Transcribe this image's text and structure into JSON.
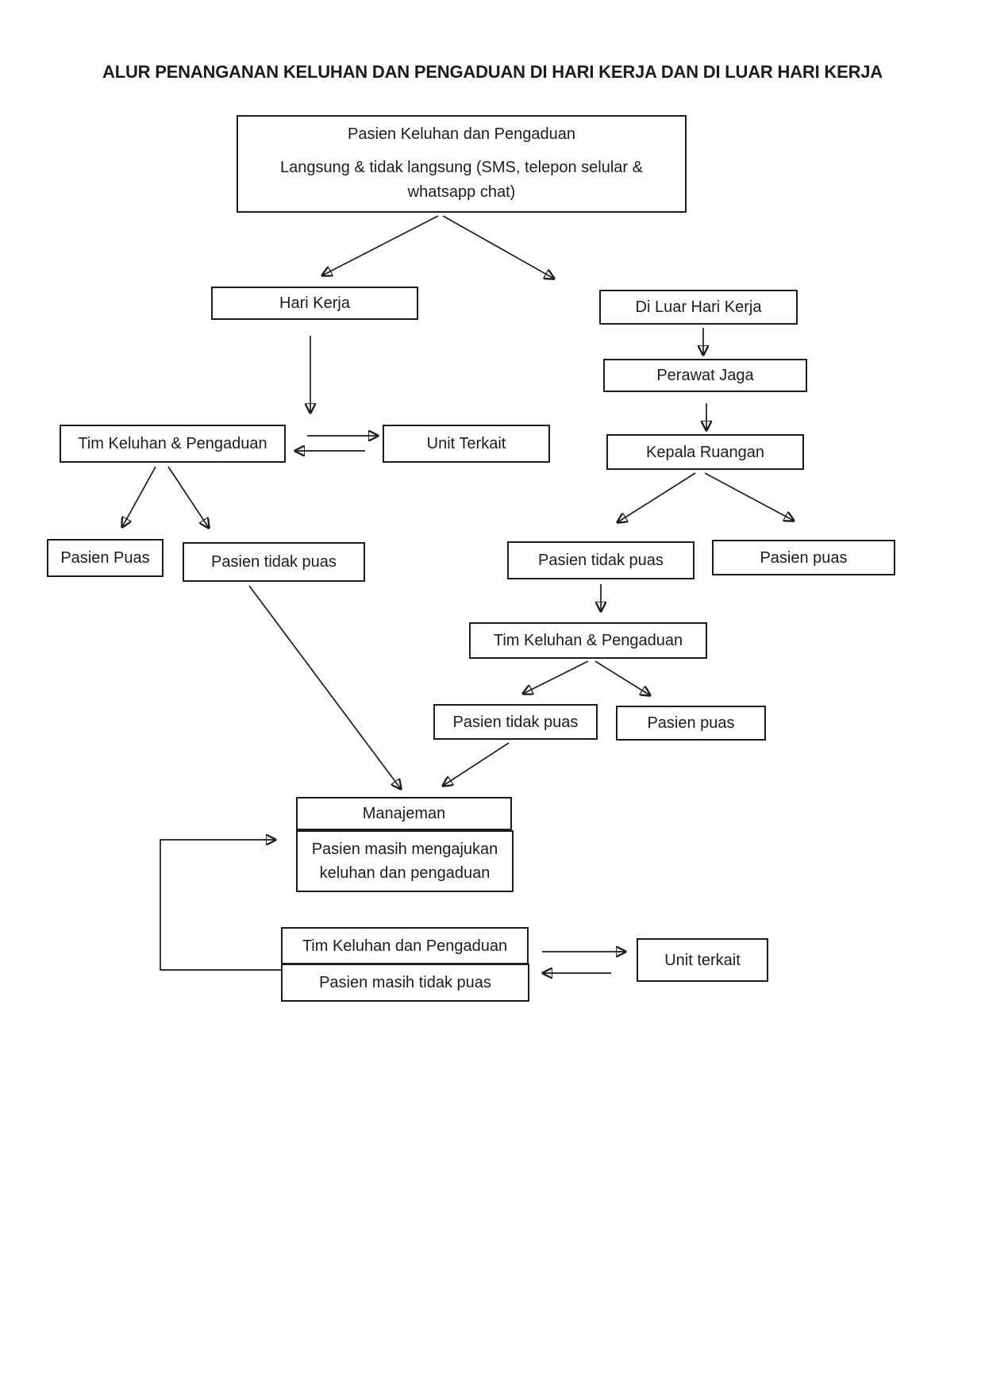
{
  "colors": {
    "ink": "#1c1c1c",
    "page": "#ffffff"
  },
  "title": "ALUR PENANGANAN KELUHAN DAN PENGADUAN DI HARI KERJA DAN DI LUAR HARI KERJA",
  "nodes": {
    "start_title": "Pasien Keluhan dan Pengaduan",
    "start_subtitle": "Langsung & tidak langsung (SMS, telepon selular & whatsapp chat)",
    "hari_kerja": "Hari Kerja",
    "di_luar_hari_kerja": "Di Luar Hari Kerja",
    "tim_keluhan_pengaduan_1": "Tim Keluhan & Pengaduan",
    "unit_terkait_1": "Unit Terkait",
    "perawat_jaga": "Perawat Jaga",
    "kepala_ruangan": "Kepala Ruangan",
    "pasien_puas_left": "Pasien Puas",
    "pasien_tidak_puas_left": "Pasien tidak puas",
    "pasien_tidak_puas_right": "Pasien tidak puas",
    "pasien_puas_right": "Pasien puas",
    "tim_keluhan_pengaduan_2": "Tim Keluhan & Pengaduan",
    "pasien_tidak_puas_mid": "Pasien tidak puas",
    "pasien_puas_mid": "Pasien puas",
    "manajeman": "Manajeman",
    "pasien_masih_mengajukan": "Pasien masih mengajukan keluhan dan pengaduan",
    "tim_keluhan_pengaduan_3": "Tim Keluhan dan Pengaduan",
    "pasien_masih_tidak_puas": "Pasien masih tidak puas",
    "unit_terkait_2": "Unit terkait"
  }
}
